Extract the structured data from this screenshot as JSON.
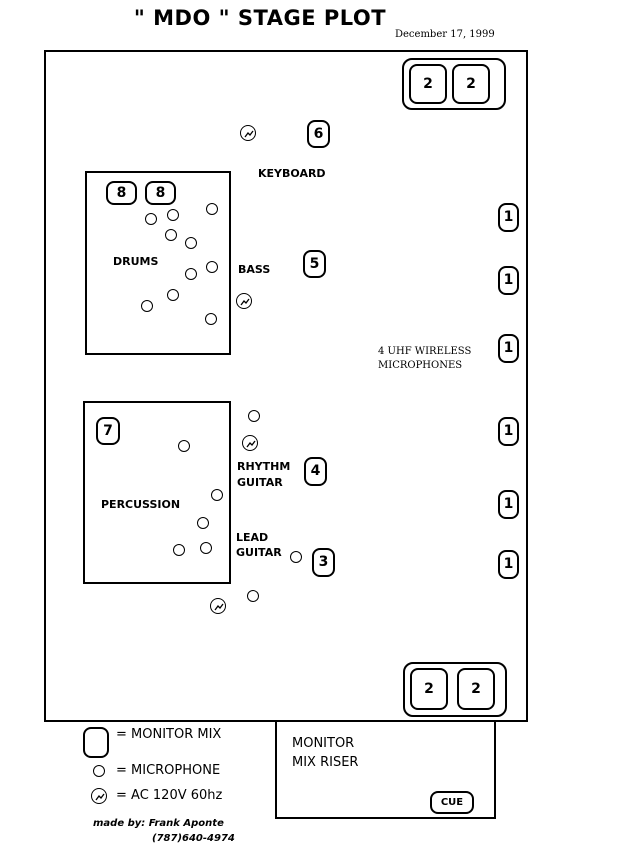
{
  "header": {
    "title": "\" MDO \" STAGE PLOT",
    "date": "December 17, 1999"
  },
  "stage": {
    "top_monitors": [
      "2",
      "2"
    ],
    "bottom_monitors": [
      "2",
      "2"
    ],
    "keyboard": {
      "label": "KEYBOARD",
      "monitor": "6"
    },
    "drums": {
      "label": "DRUMS",
      "monitors": [
        "8",
        "8"
      ]
    },
    "bass": {
      "label": "BASS",
      "monitor": "5"
    },
    "percussion": {
      "label": "PERCUSSION",
      "monitor": "7"
    },
    "rhythm_guitar": {
      "label_line1": "RHYTHM",
      "label_line2": "GUITAR",
      "monitor": "4"
    },
    "lead_guitar": {
      "label_line1": "LEAD",
      "label_line2": "GUITAR",
      "monitor": "3"
    },
    "wireless": {
      "label_line1": "4 UHF WIRELESS",
      "label_line2": "MICROPHONES",
      "monitors": [
        "1",
        "1",
        "1",
        "1",
        "1",
        "1"
      ]
    }
  },
  "riser": {
    "label_line1": "MONITOR",
    "label_line2": "MIX RISER",
    "cue_label": "CUE"
  },
  "legend": {
    "monitor": "= MONITOR MIX",
    "microphone": "= MICROPHONE",
    "ac": "= AC 120V 60hz"
  },
  "credit": {
    "line1": "made by: Frank Aponte",
    "line2": "(787)640-4974"
  }
}
